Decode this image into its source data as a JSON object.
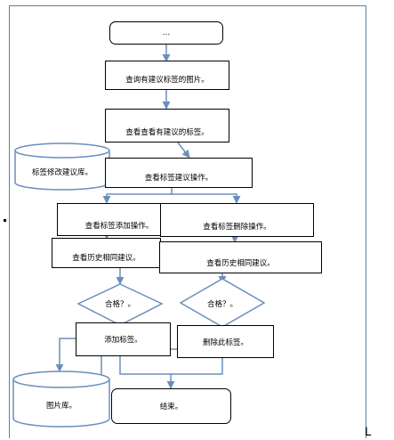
{
  "diagram": {
    "start": "…",
    "query_images": "查询有建议标签的图片。",
    "view_suggested_tags": "查看查看有建议的标签。",
    "tag_change_db": "标签修改建议库。",
    "view_tag_operation": "查看标签建议操作。",
    "view_add_operation": "查看标签添加操作。",
    "view_delete_operation": "查看标签删除操作。",
    "view_history_left": "查看历史相同建议。",
    "view_history_right": "查看历史相同建议。",
    "qualified_left": "合格？。",
    "qualified_right": "合格？。",
    "add_tag": "添加标签。",
    "delete_tag": "删除此标签。",
    "image_db": "图片库。",
    "end": "结束。"
  },
  "colors": {
    "arrow": "#6a8fbd",
    "frame": "#5b7fa6",
    "shape_stroke": "#5b7fa6"
  }
}
